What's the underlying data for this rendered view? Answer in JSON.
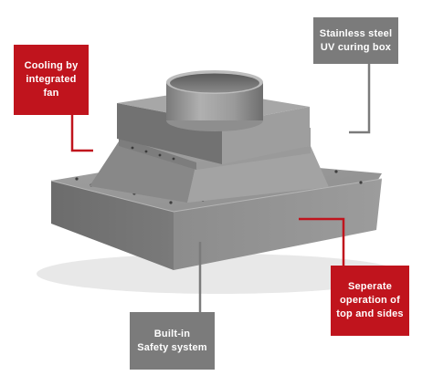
{
  "callouts": {
    "cooling": {
      "lines": [
        "Cooling by",
        "integrated",
        "fan"
      ]
    },
    "stainless": {
      "lines": [
        "Stainless steel",
        "UV curing box"
      ]
    },
    "separate": {
      "lines": [
        "Seperate",
        "operation of",
        "top and sides"
      ]
    },
    "safety": {
      "lines": [
        "Built-in",
        "Safety system"
      ]
    }
  },
  "colors": {
    "callout_red": "#c0141d",
    "callout_grey": "#7b7b7b",
    "box_metal": "#8a8a8a"
  }
}
